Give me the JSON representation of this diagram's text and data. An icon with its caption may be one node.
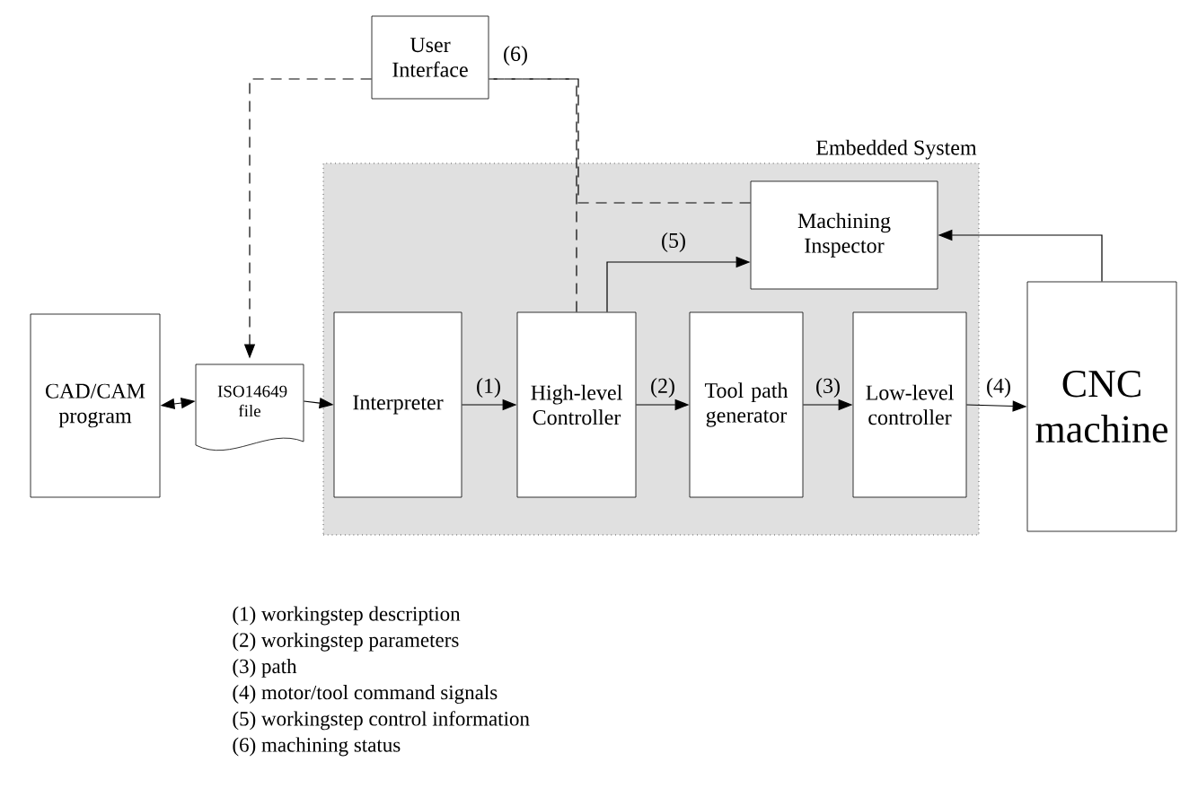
{
  "diagram": {
    "nodes": [
      {
        "text": [
          "User Interface"
        ]
      },
      {
        "text": [
          "Embedded System"
        ]
      },
      {
        "text": [
          "Machining Inspector"
        ],
        "in": 1
      },
      {
        "text": [
          "CAD/CAM program"
        ]
      },
      {
        "text": [
          "ISO14649 file"
        ]
      },
      {
        "text": [
          "Interpreter"
        ],
        "in": 1
      },
      {
        "text": [
          "High-level Controller"
        ],
        "in": 1
      },
      {
        "text": [
          "Tool path generator"
        ],
        "in": 1
      },
      {
        "text": [
          "Low-level controller"
        ],
        "in": 1
      },
      {
        "text": [
          "CNC machine"
        ]
      }
    ],
    "edges": [
      {
        "from": 3,
        "to": 4,
        "arrow": "both"
      },
      {
        "from": 4,
        "to": 5,
        "arrow": "to"
      },
      {
        "from": 5,
        "to": 6,
        "arrow": "to",
        "label": "(1)"
      },
      {
        "from": 6,
        "to": 7,
        "arrow": "to",
        "label": "(2)"
      },
      {
        "from": 7,
        "to": 8,
        "arrow": "to",
        "label": "(3)"
      },
      {
        "from": 8,
        "to": 9,
        "arrow": "to",
        "label": "(4)"
      },
      {
        "from": 6,
        "to": 2,
        "arrow": "to",
        "label": "(5)"
      },
      {
        "from": 9,
        "to": 2,
        "arrow": "to"
      },
      {
        "from": 0,
        "to": 4,
        "arrow": "to",
        "style": "dashed"
      },
      {
        "from": 6,
        "to": 0,
        "arrow": "none",
        "style": "dashed",
        "label": "(6)"
      },
      {
        "from": 2,
        "to": 0,
        "arrow": "none",
        "style": "dashed"
      }
    ],
    "labels": [
      "(1) workingstep description",
      "(2) workingstep parameters",
      "(3) path",
      "(4) motor/tool command signals",
      "(5) workingstep control information",
      "(6) machining status"
    ]
  }
}
